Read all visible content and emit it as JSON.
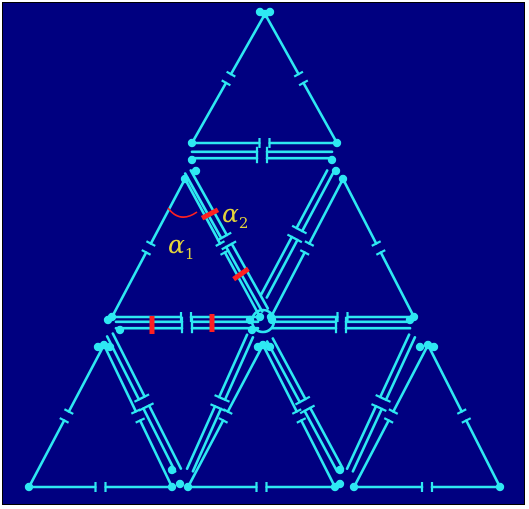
{
  "diagram": {
    "colors": {
      "background": "#000080",
      "rod": "#2ee8f2",
      "marker": "#ff2020",
      "label": "#e3d33a"
    },
    "labels": {
      "alpha1": {
        "symbol": "α",
        "subscript": "1"
      },
      "alpha2": {
        "symbol": "α",
        "subscript": "2"
      }
    }
  }
}
